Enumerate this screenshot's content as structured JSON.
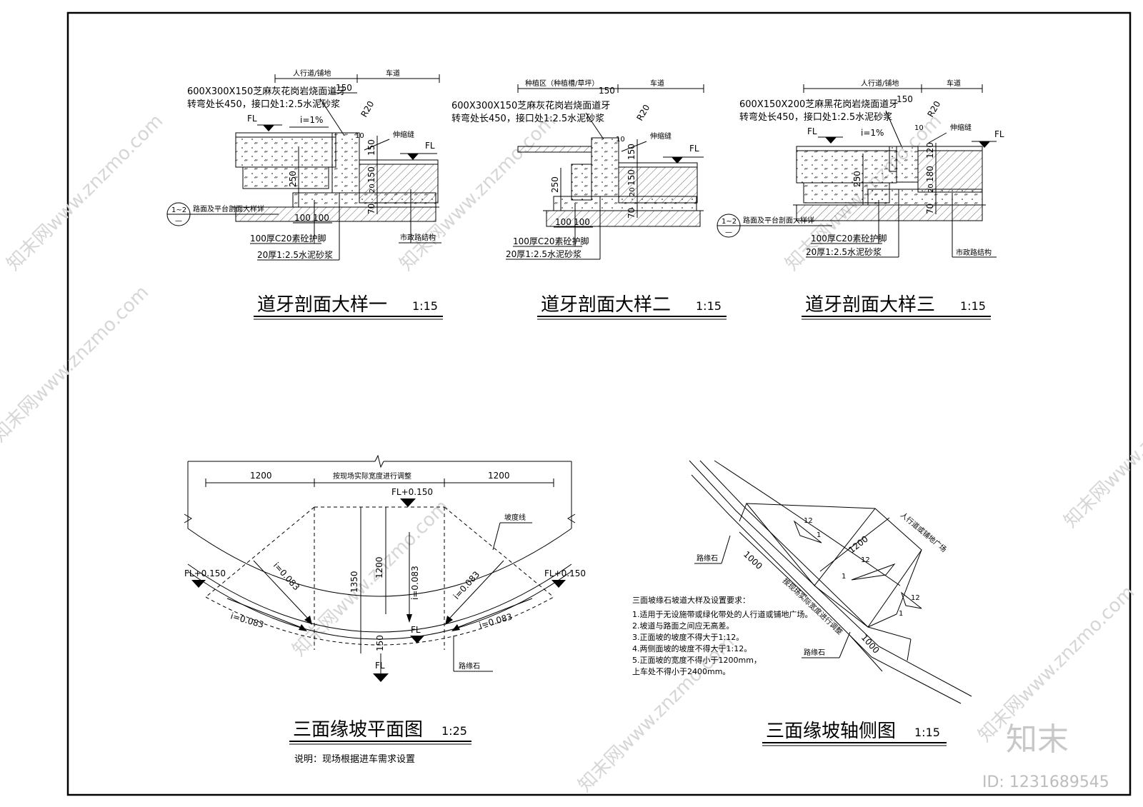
{
  "sections": [
    {
      "title": "道牙剖面大样一",
      "scale": "1:15",
      "label_sidewalk": "人行道/铺地",
      "label_road": "车道",
      "dim_150_top": "150",
      "curb_spec_1": "600X300X150芝麻灰花岗岩烧面道牙",
      "curb_spec_2": "转弯处长450，接口处1:2.5水泥砂浆",
      "fl_left": "FL",
      "slope": "i=1%",
      "r20": "R20",
      "r10": "10",
      "expansion": "伸缩缝",
      "fl_right": "FL",
      "dim_150_v": "150",
      "dim_250": "250",
      "dim_150_v2": "150",
      "dim_20": "20",
      "dim_70": "70",
      "dim_100a": "100",
      "dim_100b": "100",
      "ref_num": "1~2",
      "ref_sub": "—",
      "ref_text": "路面及平台剖面大样详",
      "base_concrete": "100厚C20素砼护脚",
      "mortar": "20厚1:2.5水泥砂浆",
      "municipal": "市政路结构"
    },
    {
      "title": "道牙剖面大样二",
      "scale": "1:15",
      "label_planting": "种植区（种植槽/草坪）",
      "label_road": "车道",
      "dim_150_top": "150",
      "curb_spec_1": "600X300X150芝麻灰花岗岩烧面道牙",
      "curb_spec_2": "转弯处长450，接口处1:2.5水泥砂浆",
      "r20": "R20",
      "r10": "10",
      "expansion": "伸缩缝",
      "fl_right": "FL",
      "dim_150_v": "150",
      "dim_250": "250",
      "dim_150_v2": "150",
      "dim_20": "20",
      "dim_70": "70",
      "dim_100a": "100",
      "dim_100b": "100",
      "base_concrete": "100厚C20素砼护脚",
      "mortar": "20厚1:2.5水泥砂浆"
    },
    {
      "title": "道牙剖面大样三",
      "scale": "1:15",
      "label_sidewalk": "人行道/铺地",
      "label_road": "车道",
      "dim_150_top": "150",
      "curb_spec_1": "600X150X200芝麻黑花岗岩烧面道牙",
      "curb_spec_2": "转弯处长450，接口处1:2.5水泥砂浆",
      "fl_left": "FL",
      "slope": "i=1%",
      "r20": "R20",
      "r10": "10",
      "expansion": "伸缩缝",
      "fl_right": "FL",
      "dim_120": "120",
      "dim_180": "180",
      "dim_250": "250",
      "dim_20": "20",
      "dim_70": "70",
      "ref_num": "1~2",
      "ref_sub": "—",
      "ref_text": "路面及平台剖面大样详",
      "base_concrete": "100厚C20素砼护脚",
      "mortar": "20厚1:2.5水泥砂浆",
      "municipal": "市政路结构"
    }
  ],
  "plan": {
    "title": "三面缘坡平面图",
    "scale": "1:25",
    "note": "说明：现场根据进车需求设置",
    "dim_left": "1200",
    "dim_right": "1200",
    "dim_center": "按现场实际宽度进行调整",
    "fl_top": "FL+0.150",
    "fl_left": "FL+0.150",
    "fl_right": "FL+0.150",
    "slope_line": "坡度线",
    "slope_left": "i=0.083",
    "slope_right": "i=0.083",
    "slope_mid": "i=0.083",
    "slope_arc_left": "i=0.083",
    "slope_arc_right": "i=0.083",
    "dim_1350": "1350",
    "dim_1200": "1200",
    "dim_150": "150",
    "fl_center": "FL",
    "fl_bottom": "FL",
    "curb_stone": "路缘石"
  },
  "axon": {
    "title": "三面缘坡轴侧图",
    "scale": "1:15",
    "curb_top": "路缘石",
    "curb_bottom": "路缘石",
    "dim_1000a": "1000",
    "dim_1000b": "1000",
    "dim_1200": "1200",
    "adjust": "按现场实际宽度进行调整",
    "plaza": "人行道或铺地广场",
    "ratio_a": "12",
    "ratio_a1": "1",
    "ratio_b": "12",
    "ratio_b1": "1",
    "ratio_c": "12",
    "ratio_c1": "1",
    "req_title": "三面坡缘石坡道大样及设置要求：",
    "req": [
      "1.适用于无设施带或绿化带处的人行道或铺地广场。",
      "2.坡道与路面之间应无高差。",
      "3.正面坡的坡度不得大于1:12。",
      "4.两侧面坡的坡度不得大于1:12。",
      "5.正面坡的宽度不得小于1200mm，",
      "  上车处不得小于2400mm。"
    ]
  },
  "watermark": {
    "text": "知末网www.znzmo.com",
    "logo": "知末",
    "id": "ID: 1231689545"
  }
}
